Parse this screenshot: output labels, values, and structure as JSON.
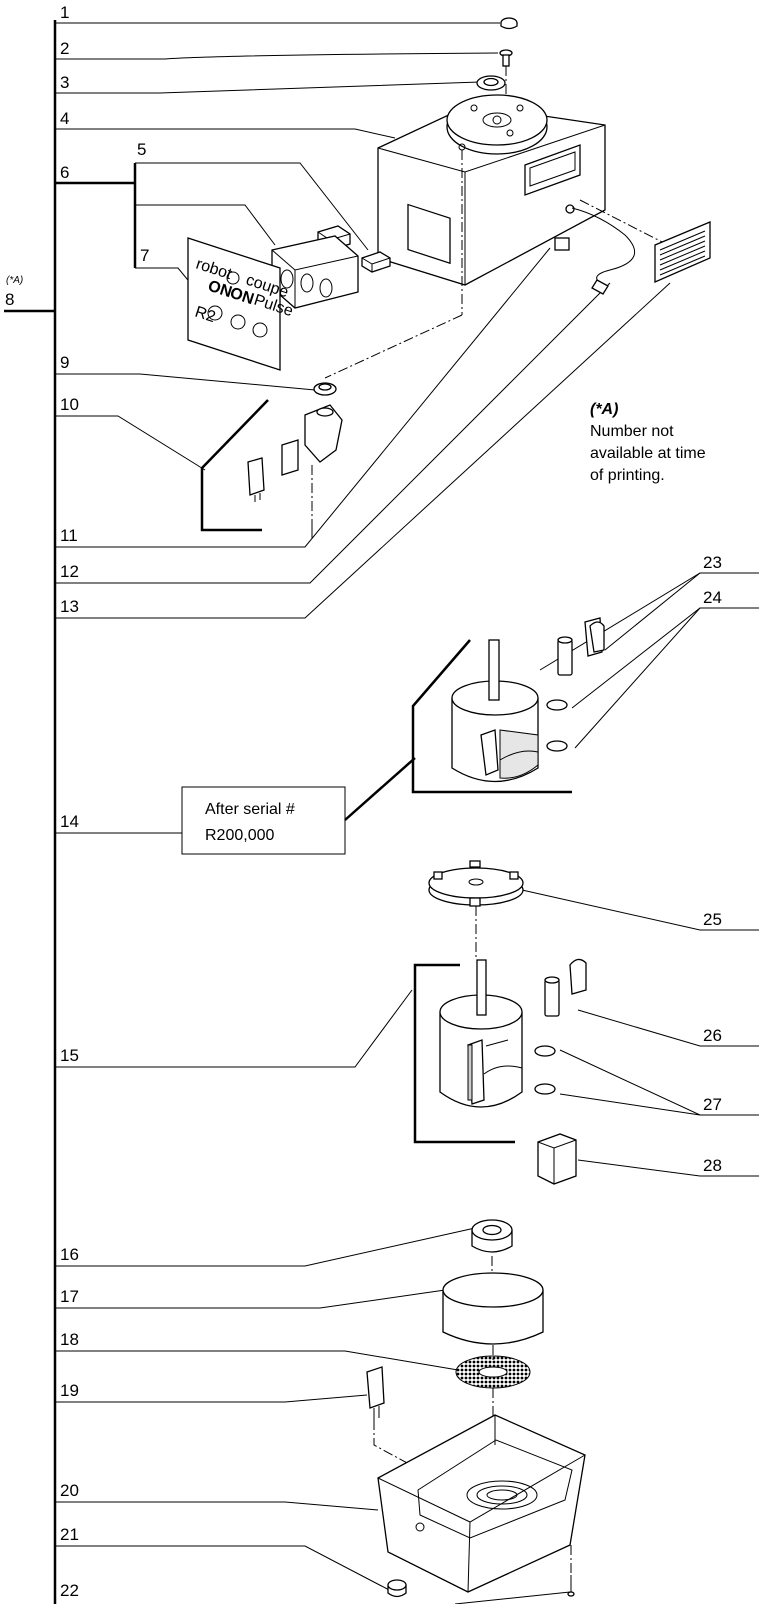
{
  "callouts": [
    "1",
    "2",
    "3",
    "4",
    "5",
    "6",
    "7",
    "8",
    "9",
    "10",
    "11",
    "12",
    "13",
    "14",
    "15",
    "16",
    "17",
    "18",
    "19",
    "20",
    "21",
    "22",
    "23",
    "24",
    "25",
    "26",
    "27",
    "28"
  ],
  "footnote_marker": "(*A)",
  "note": {
    "title": "(*A)",
    "line1": "Number not",
    "line2": "available at time",
    "line3": "of printing."
  },
  "serial_box": {
    "line1": "After serial #",
    "line2": "R200,000"
  },
  "panel": {
    "brand_left": "robot",
    "brand_right": "coupe",
    "reg_mark": "®",
    "on1": "ON",
    "on2": "ON",
    "pulse": "Pulse",
    "r2": "R2"
  }
}
